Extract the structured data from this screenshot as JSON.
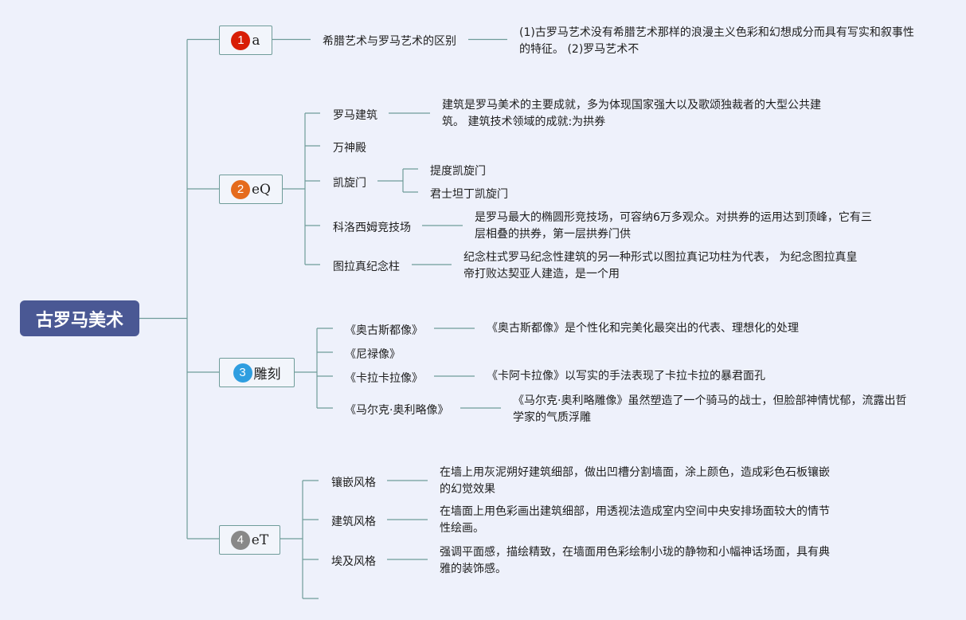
{
  "root": {
    "title": "古罗马美术"
  },
  "colors": {
    "root_bg": "#4a5894",
    "line": "#6f9c9a",
    "badge1": "#d81e06",
    "badge2": "#e56b1c",
    "badge3": "#2f9ee0",
    "badge4": "#888888"
  },
  "branches": [
    {
      "number": "1",
      "label": "a",
      "topics": [
        {
          "label": "希腊艺术与罗马艺术的区别",
          "desc": "(1)古罗马艺术没有希腊艺术那样的浪漫主义色彩和幻想成分而具有写实和叙事性的特征。 (2)罗马艺术不"
        }
      ]
    },
    {
      "number": "2",
      "label": "eQ",
      "topics": [
        {
          "label": "罗马建筑",
          "desc": "建筑是罗马美术的主要成就，多为体现国家强大以及歌颂独裁者的大型公共建筑。 建筑技术领域的成就:为拱券"
        },
        {
          "label": "万神殿"
        },
        {
          "label": "凯旋门",
          "children": [
            "提度凯旋门",
            "君士坦丁凯旋门"
          ]
        },
        {
          "label": "科洛西姆竞技场",
          "desc": "是罗马最大的椭圆形竞技场，可容纳6万多观众。对拱券的运用达到顶峰，它有三层相叠的拱券，第一层拱券门供"
        },
        {
          "label": "图拉真纪念柱",
          "desc": "纪念柱式罗马纪念性建筑的另一种形式以图拉真记功柱为代表， 为纪念图拉真皇帝打败达契亚人建造，是一个用"
        }
      ]
    },
    {
      "number": "3",
      "label": "雕刻",
      "topics": [
        {
          "label": "《奥古斯都像》",
          "desc": "《奥古斯都像》是个性化和完美化最突出的代表、理想化的处理"
        },
        {
          "label": "《尼禄像》"
        },
        {
          "label": "《卡拉卡拉像》",
          "desc": "《卡阿卡拉像》以写实的手法表现了卡拉卡拉的暴君面孔"
        },
        {
          "label": "《马尔克·奥利略像》",
          "desc": "《马尔克·奥利略雕像》虽然塑造了一个骑马的战士，但脸部神情忧郁，流露出哲学家的气质浮雕"
        }
      ]
    },
    {
      "number": "4",
      "label": "eT",
      "topics": [
        {
          "label": "镶嵌风格",
          "desc": "在墙上用灰泥朔好建筑细部，做出凹槽分割墙面，涂上颜色，造成彩色石板镶嵌的幻觉效果"
        },
        {
          "label": "建筑风格",
          "desc": "在墙面上用色彩画出建筑细部，用透视法造成室内空间中央安排场面较大的情节性绘画。"
        },
        {
          "label": "埃及风格",
          "desc": "强调平面感，描绘精致，在墙面用色彩绘制小珑的静物和小幅神话场面，具有典雅的装饰感。"
        }
      ]
    }
  ]
}
